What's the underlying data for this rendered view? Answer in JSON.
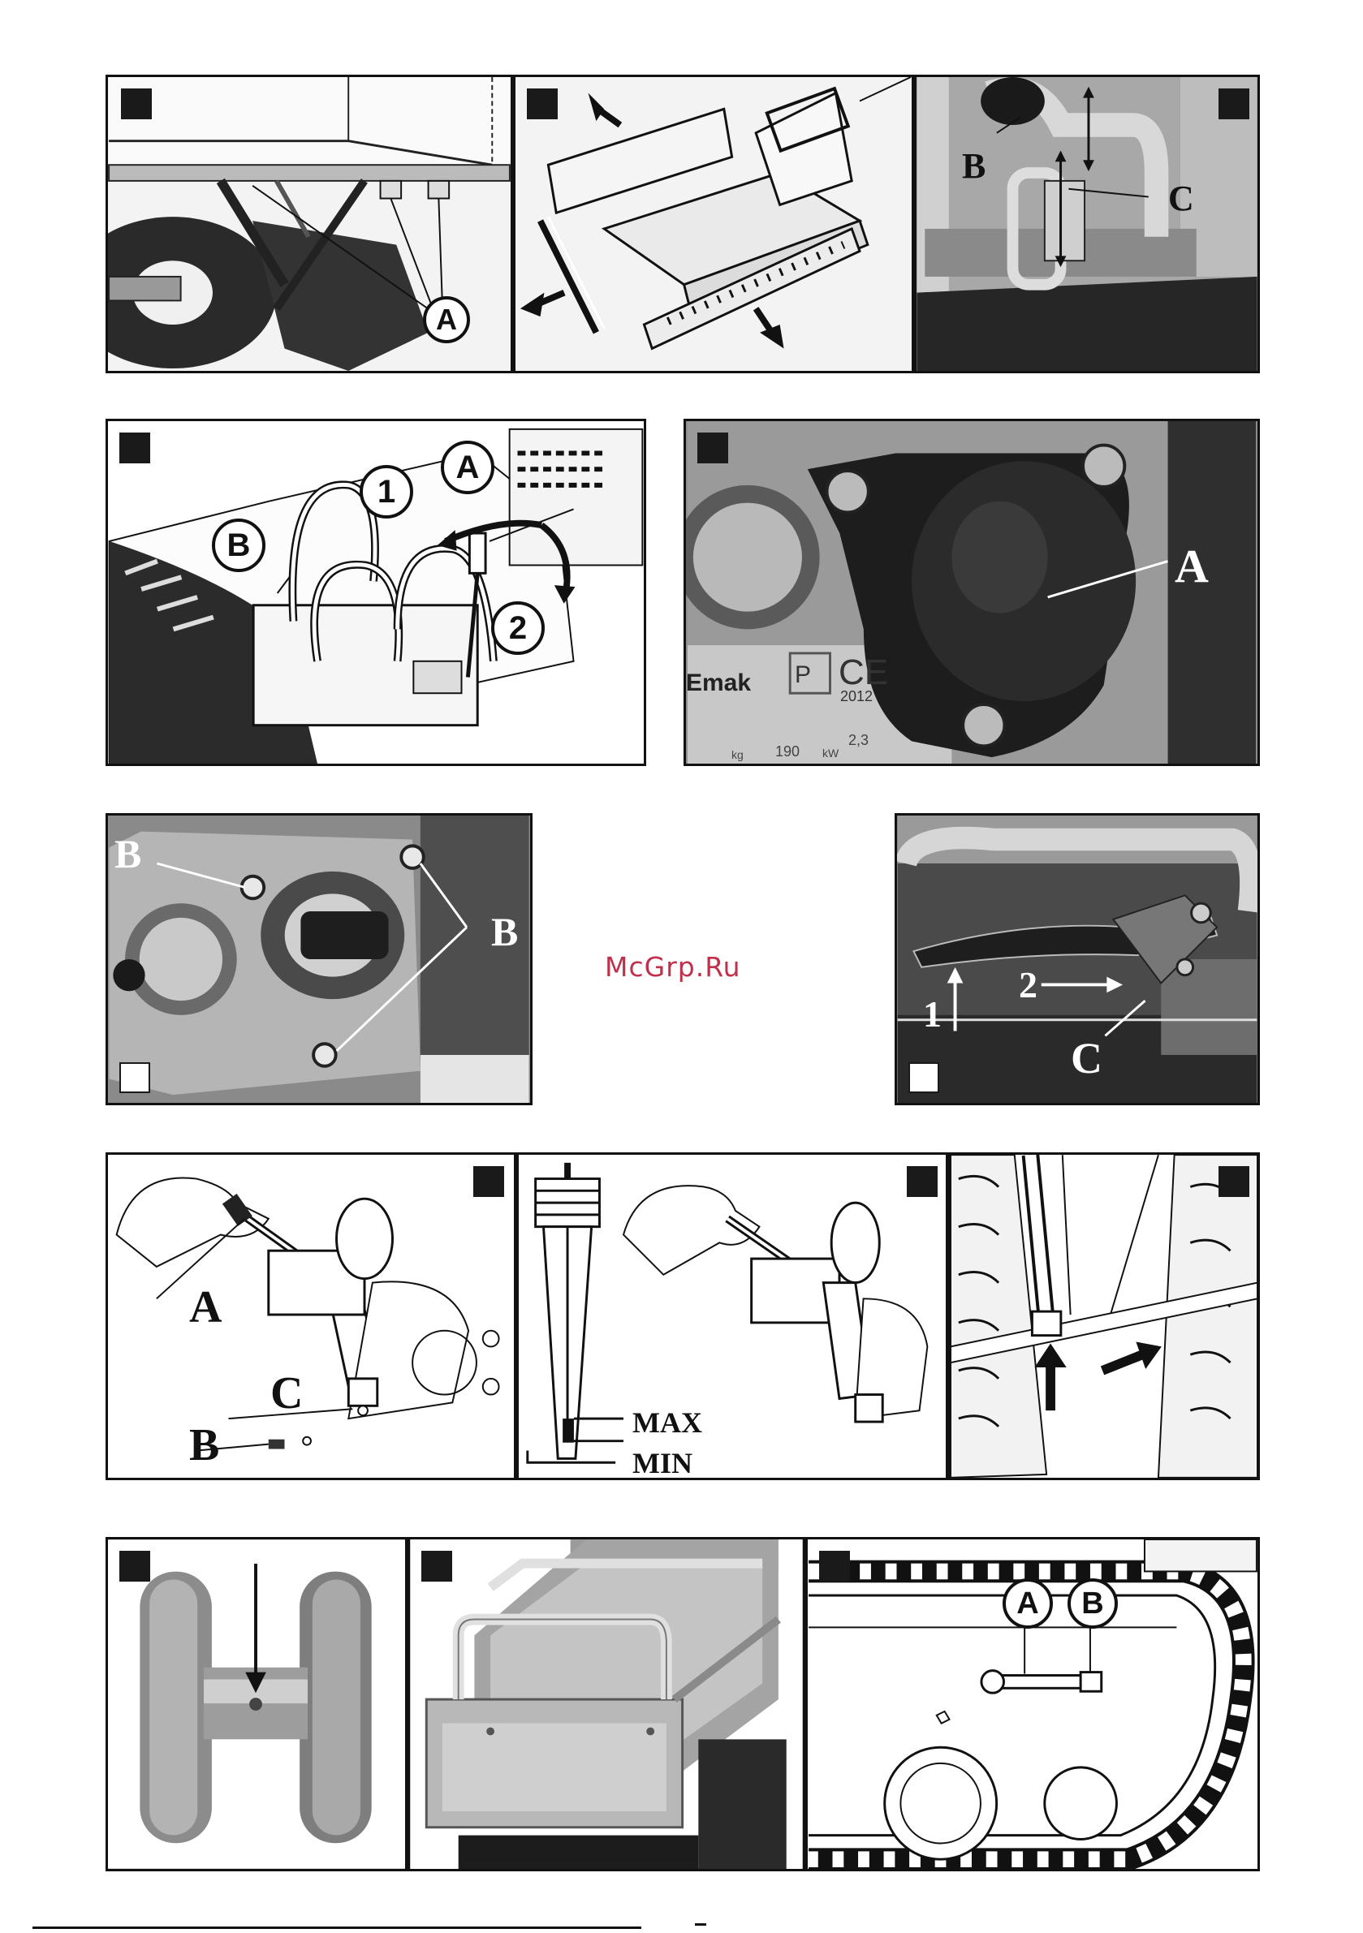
{
  "watermark": "McGrp.Ru",
  "fig1": {
    "label_a": "A"
  },
  "fig3": {
    "label_b": "B",
    "label_c": "C"
  },
  "fig4": {
    "label_b": "B",
    "label_1": "1",
    "label_a": "A",
    "label_2": "2"
  },
  "fig5": {
    "label_a": "A",
    "brand": "Emak",
    "mark_p": "P",
    "mark_ce": "CE",
    "year": "2012",
    "unit_kg": "kg",
    "weight": "190",
    "unit_kw": "kW",
    "power": "2,3"
  },
  "fig6": {
    "label_b_left": "B",
    "label_b_right": "B"
  },
  "fig7": {
    "label_1": "1",
    "label_2": "2",
    "label_c": "C"
  },
  "fig8": {
    "label_a": "A",
    "label_c": "C",
    "label_b": "B"
  },
  "fig9": {
    "max": "MAX",
    "min": "MIN"
  },
  "fig13": {
    "label_a": "A",
    "label_b": "B"
  }
}
